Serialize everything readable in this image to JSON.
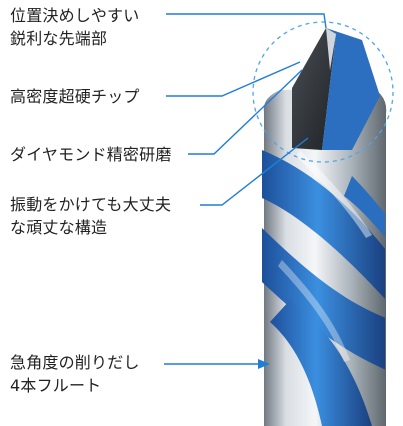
{
  "callouts": [
    {
      "lines": [
        "位置決めしやすい",
        "鋭利な先端部"
      ]
    },
    {
      "lines": [
        "高密度超硬チップ"
      ]
    },
    {
      "lines": [
        "ダイヤモンド精密研磨"
      ]
    },
    {
      "lines": [
        "振動をかけても大丈夫",
        "な頑丈な構造"
      ]
    },
    {
      "lines": [
        "急角度の削りだし",
        "4本フルート"
      ]
    }
  ],
  "colors": {
    "leader_line": "#1f7fd6",
    "flute_blue": "#2f7fd0",
    "steel": "#b9c1c9"
  }
}
